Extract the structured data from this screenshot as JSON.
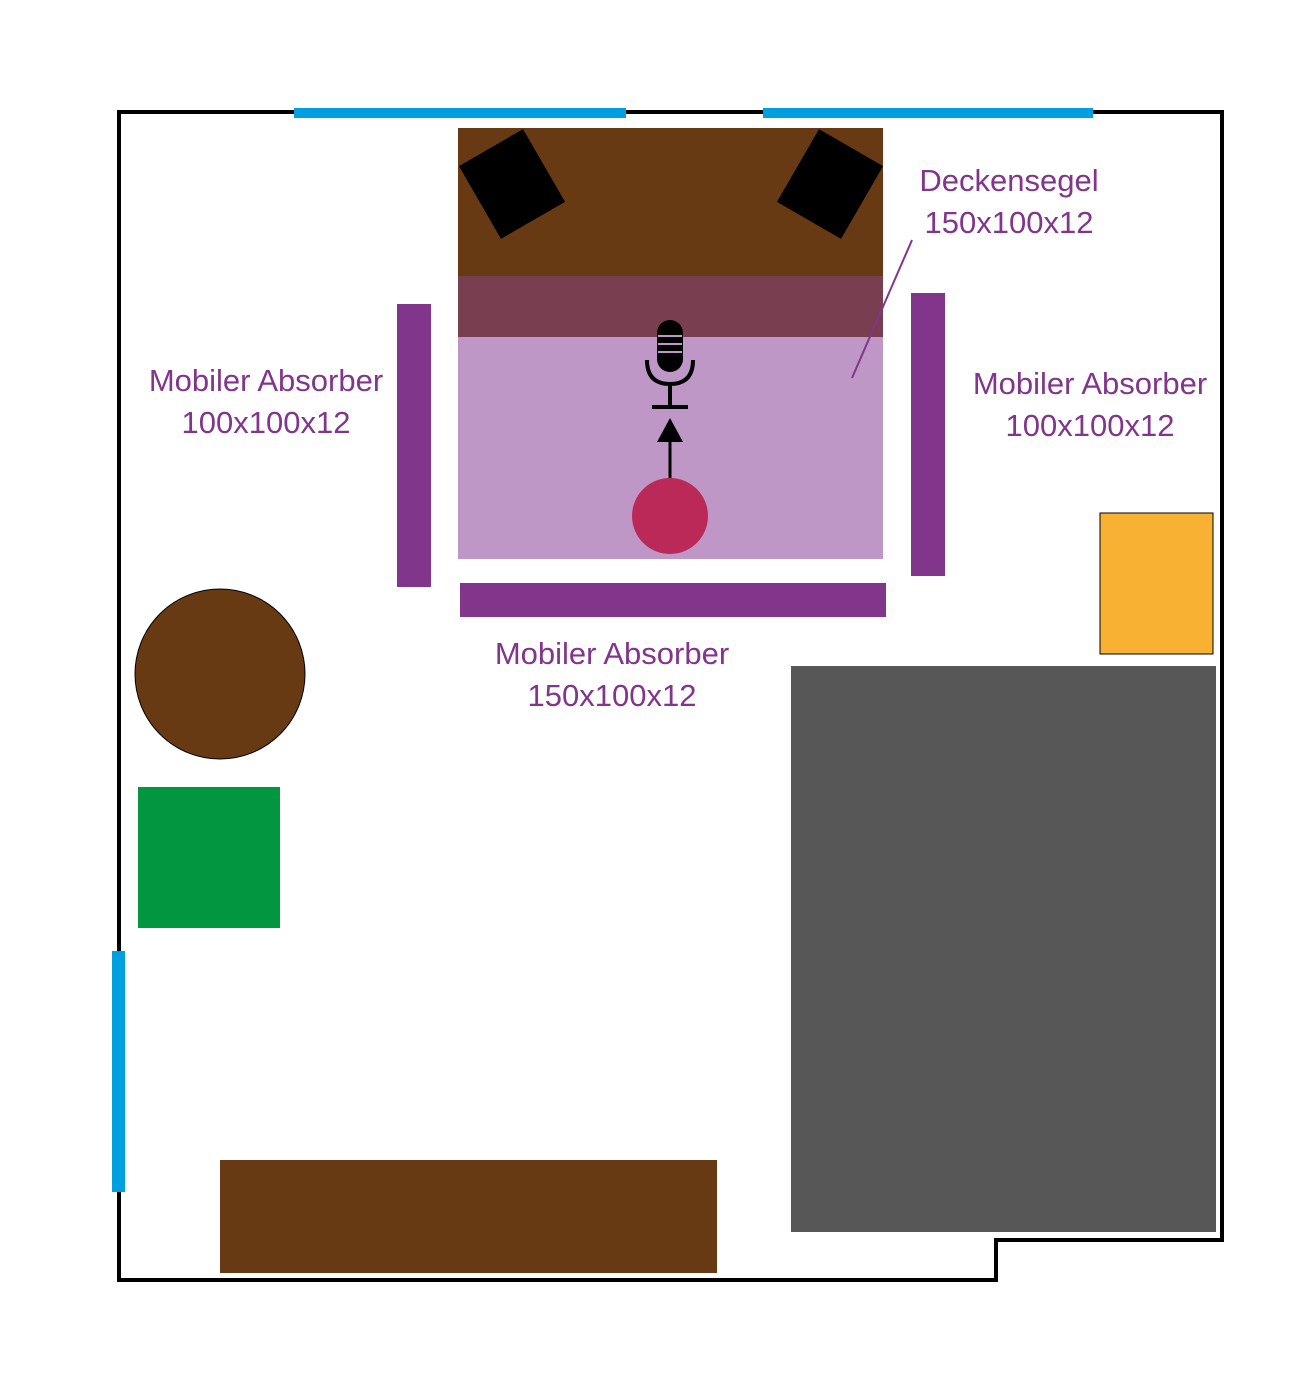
{
  "colors": {
    "wall": "#000000",
    "window": "#009fdf",
    "desk": "#673a14",
    "speaker": "#000000",
    "ceiling_sail": "#bf97c6",
    "ceiling_sail_over_desk": "#793e50",
    "absorber": "#81358b",
    "label_text": "#81358b",
    "listener": "#bb2958",
    "round_table": "#673a14",
    "green_box": "#029640",
    "orange_box": "#f8b133",
    "bed": "#575757",
    "sideboard": "#673a14"
  },
  "labels": {
    "ceiling_sail": {
      "line1": "Deckensegel",
      "line2": "150x100x12"
    },
    "absorber_left": {
      "line1": "Mobiler Absorber",
      "line2": "100x100x12"
    },
    "absorber_right": {
      "line1": "Mobiler Absorber",
      "line2": "100x100x12"
    },
    "absorber_bottom": {
      "line1": "Mobiler Absorber",
      "line2": "150x100x12"
    }
  },
  "icons": {
    "microphone": "microphone-icon",
    "arrow": "arrow-up-icon"
  }
}
